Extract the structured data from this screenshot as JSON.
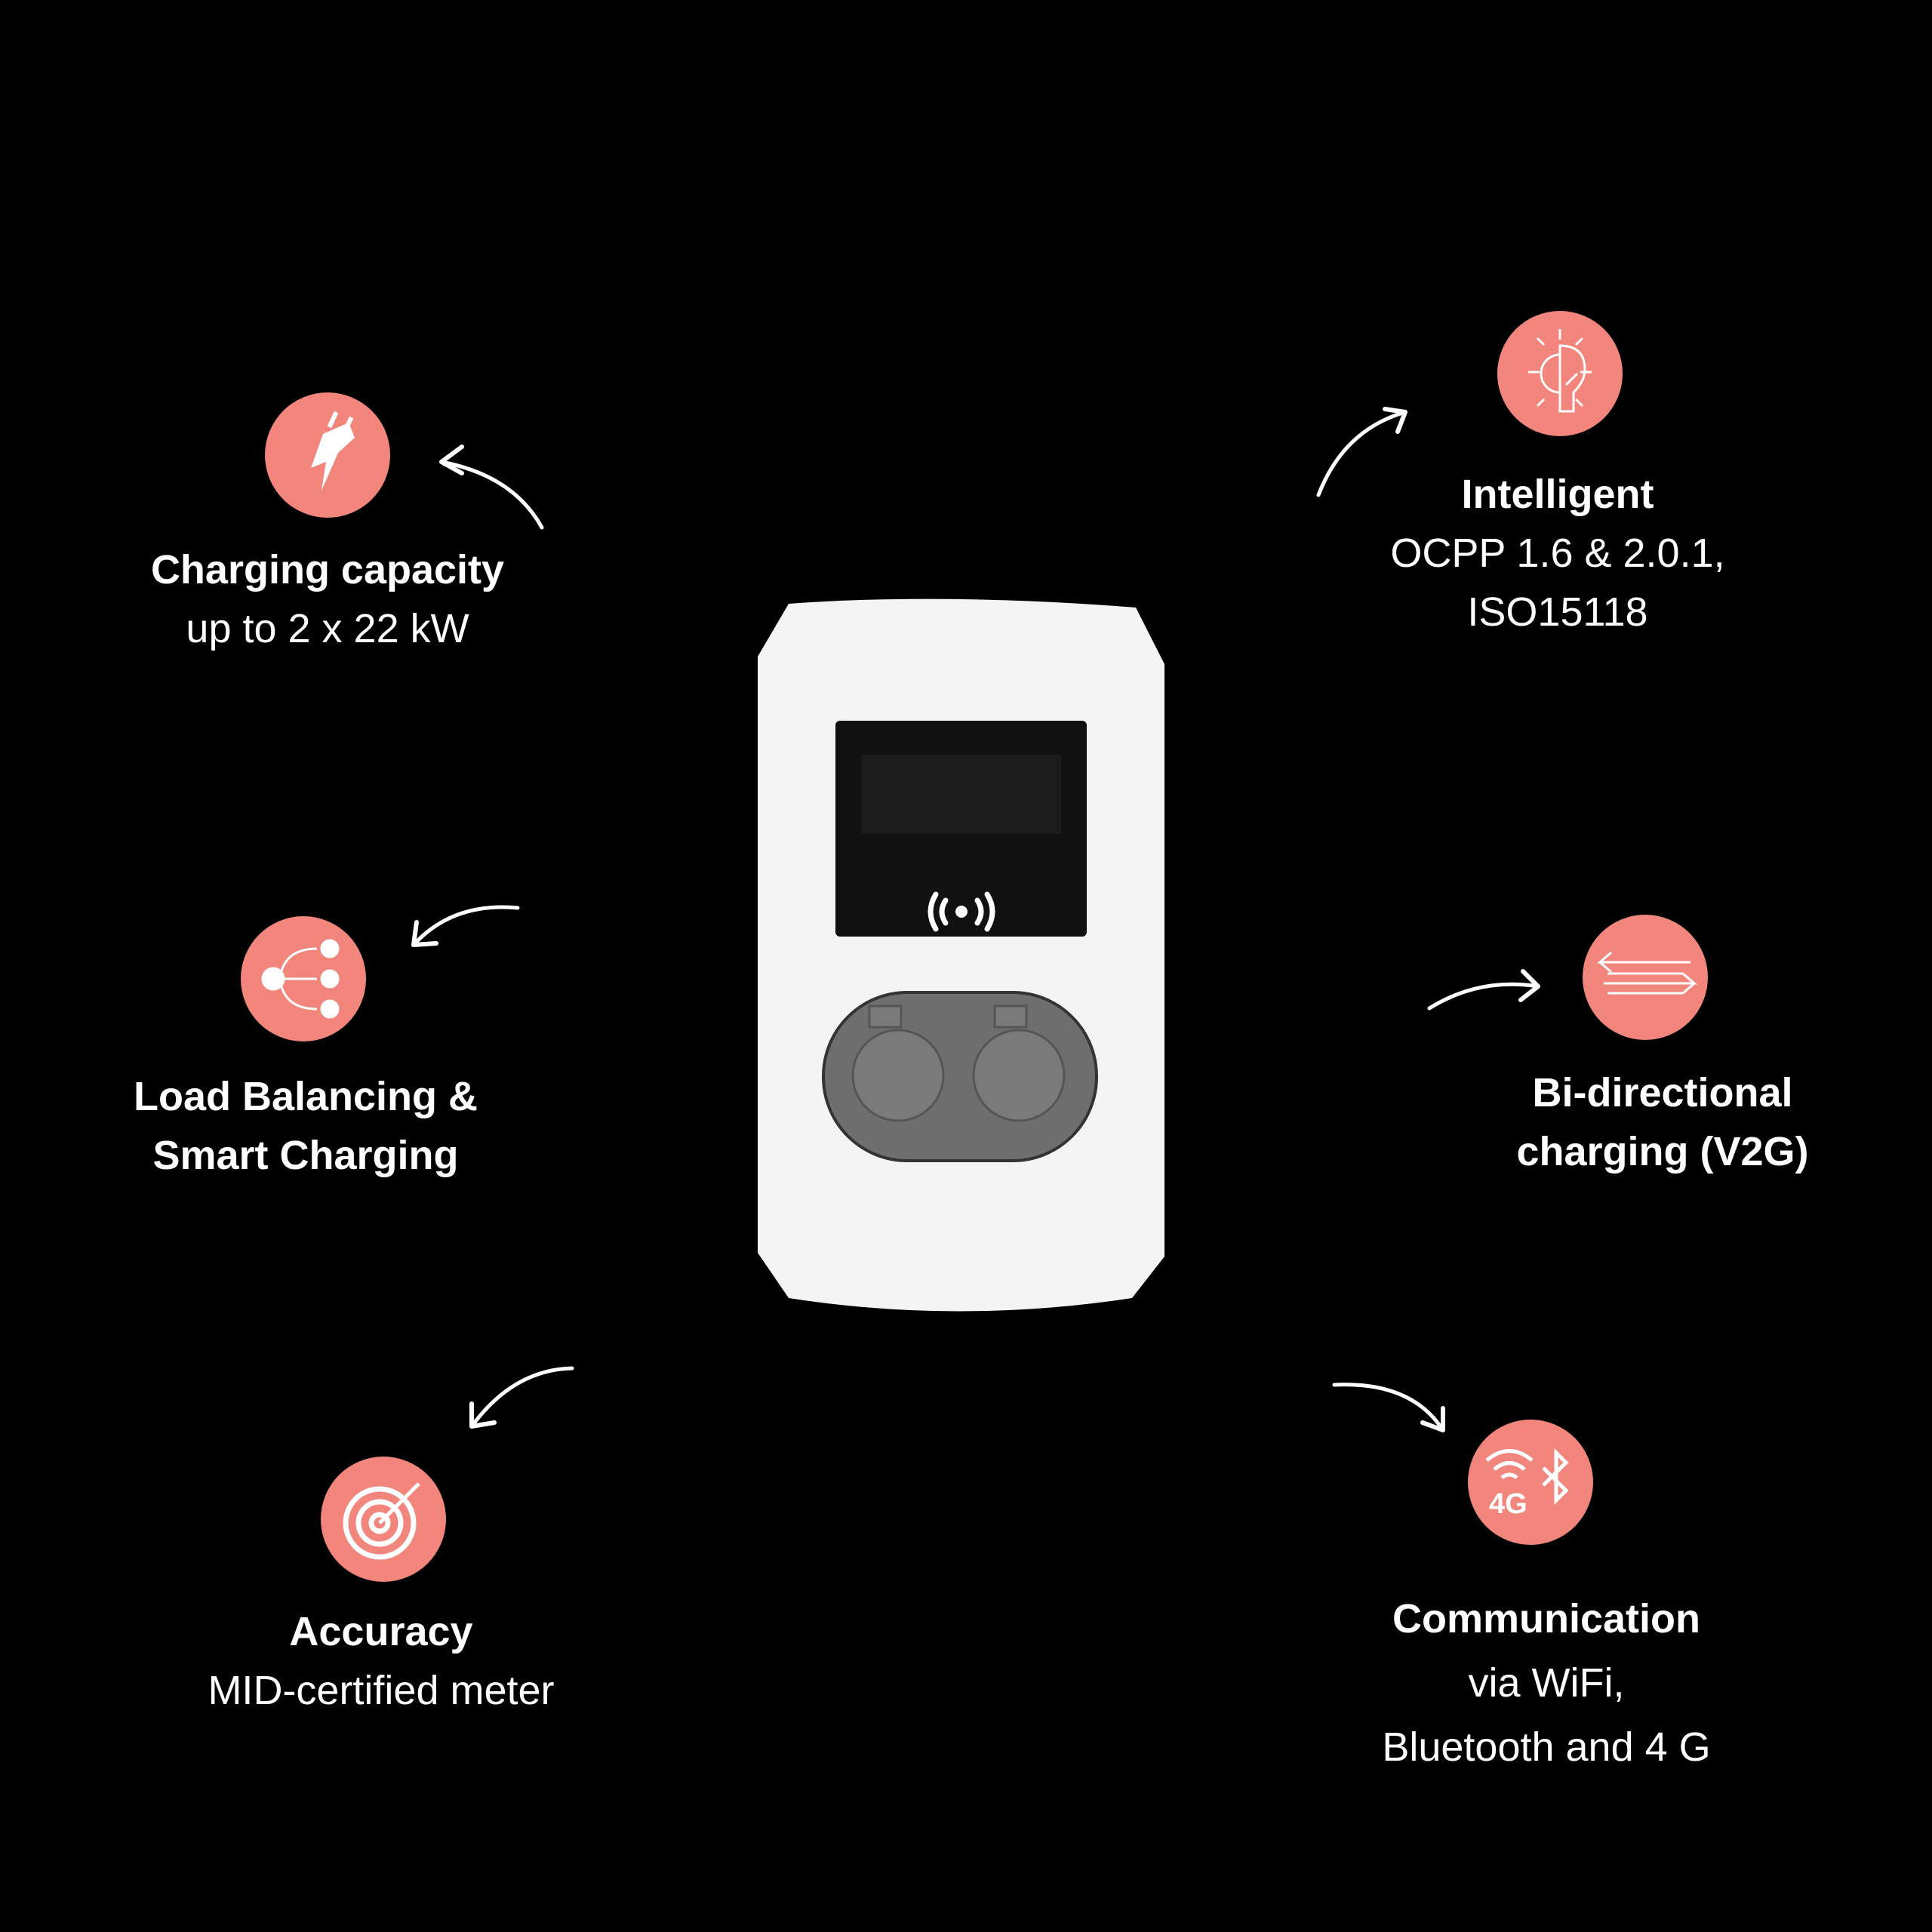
{
  "accent_color": "#F2867D",
  "features": [
    {
      "id": "charging",
      "icon": "plug-lightning-icon",
      "title": "Charging capacity",
      "lines": [
        "up to 2 x 22 kW"
      ]
    },
    {
      "id": "intelligent",
      "icon": "lightbulb-gear-icon",
      "title": "Intelligent",
      "lines": [
        "OCPP 1.6 & 2.0.1,",
        "ISO15118"
      ]
    },
    {
      "id": "load",
      "icon": "load-balancing-icon",
      "title": "Load Balancing &",
      "lines": [
        "Smart Charging"
      ]
    },
    {
      "id": "bidirectional",
      "icon": "bidirectional-arrows-icon",
      "title": "Bi-directional",
      "lines": [
        "charging (V2G)"
      ]
    },
    {
      "id": "accuracy",
      "icon": "target-icon",
      "title": "Accuracy",
      "lines": [
        "MID-certified meter"
      ]
    },
    {
      "id": "communication",
      "icon": "wifi-bluetooth-4g-icon",
      "title": "Communication",
      "lines": [
        "via WiFi,",
        "Bluetooth and 4 G"
      ],
      "icon_text": "4G"
    }
  ]
}
